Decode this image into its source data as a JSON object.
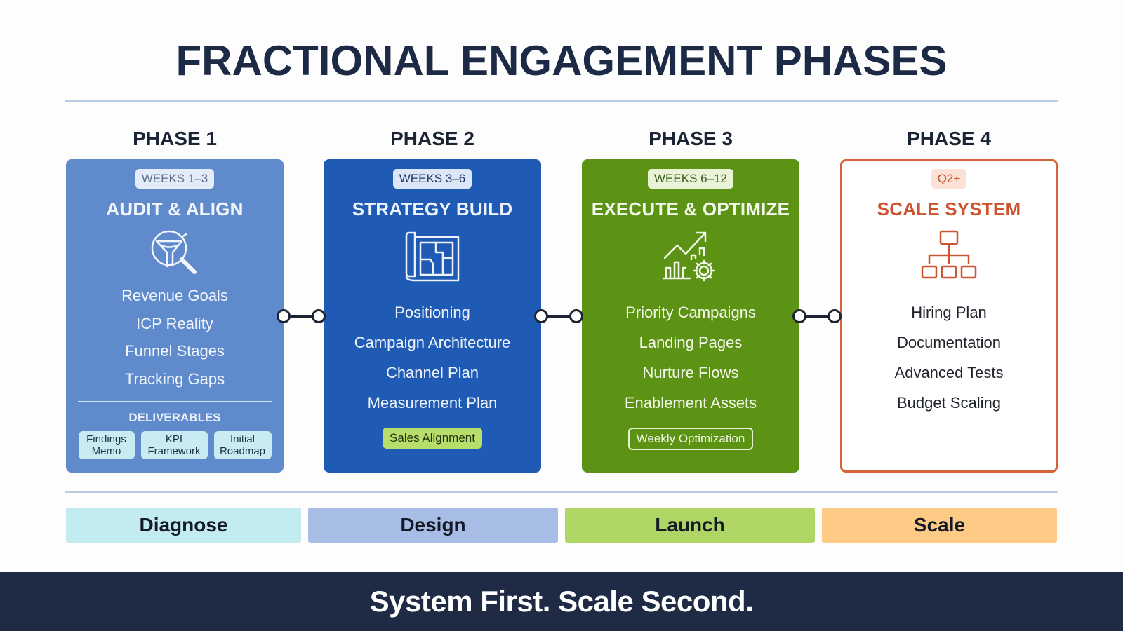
{
  "title": "FRACTIONAL ENGAGEMENT PHASES",
  "phases": [
    {
      "label": "PHASE 1",
      "badge": "WEEKS 1–3",
      "title": "AUDIT & ALIGN",
      "icon": "funnel-magnifier-icon",
      "color": "#5f8acb",
      "items": [
        "Revenue Goals",
        "ICP Reality",
        "Funnel Stages",
        "Tracking Gaps"
      ],
      "deliverables_label": "DELIVERABLES",
      "deliverables": [
        {
          "line1": "Findings",
          "line2": "Memo"
        },
        {
          "line1": "KPI",
          "line2": "Framework"
        },
        {
          "line1": "Initial",
          "line2": "Roadmap"
        }
      ]
    },
    {
      "label": "PHASE 2",
      "badge": "WEEKS 3–6",
      "title": "STRATEGY BUILD",
      "icon": "blueprint-icon",
      "color": "#1f5bb5",
      "items": [
        "Positioning",
        "Campaign Architecture",
        "Channel Plan",
        "Measurement Plan"
      ],
      "pill": "Sales Alignment"
    },
    {
      "label": "PHASE 3",
      "badge": "WEEKS 6–12",
      "title": "EXECUTE & OPTIMIZE",
      "icon": "growth-chart-gear-icon",
      "color": "#5c9315",
      "items": [
        "Priority Campaigns",
        "Landing Pages",
        "Nurture Flows",
        "Enablement Assets"
      ],
      "pill": "Weekly Optimization"
    },
    {
      "label": "PHASE 4",
      "badge": "Q2+",
      "title": "SCALE SYSTEM",
      "icon": "org-chart-icon",
      "color": "#d6623a",
      "items": [
        "Hiring Plan",
        "Documentation",
        "Advanced Tests",
        "Budget Scaling"
      ]
    }
  ],
  "stages": [
    {
      "label": "Diagnose",
      "color": "#c2ecef"
    },
    {
      "label": "Design",
      "color": "#a7bde6"
    },
    {
      "label": "Launch",
      "color": "#afd565"
    },
    {
      "label": "Scale",
      "color": "#fdcb86"
    }
  ],
  "footer": "System First. Scale Second."
}
